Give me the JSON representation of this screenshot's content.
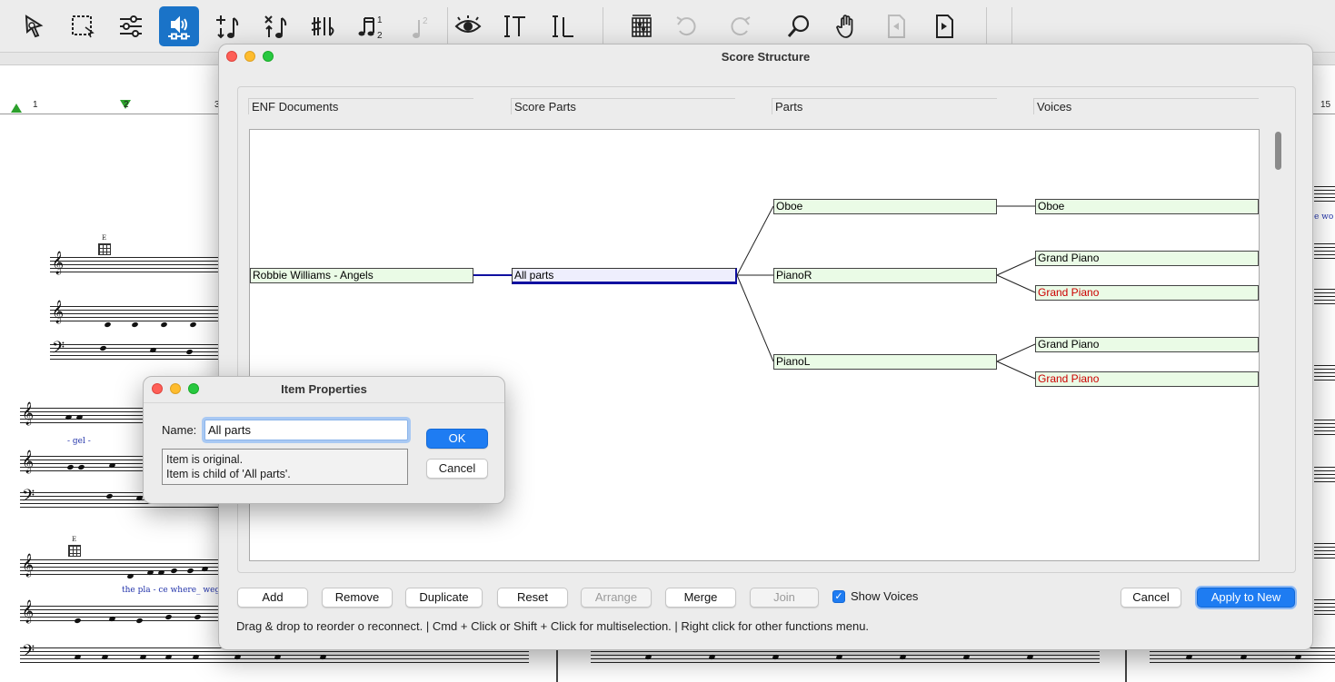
{
  "toolbar": {
    "tools": [
      {
        "name": "selection-tool",
        "icon": "cursor-arrow-icon"
      },
      {
        "name": "marquee-tool",
        "icon": "dashed-select-icon"
      },
      {
        "name": "mixer-tool",
        "icon": "sliders-icon"
      },
      {
        "name": "playback-tool",
        "icon": "speaker-icon",
        "active": true
      },
      {
        "name": "add-note-tool",
        "icon": "add-note-icon"
      },
      {
        "name": "delete-note-tool",
        "icon": "delete-note-icon"
      },
      {
        "name": "accidental-tool",
        "icon": "sharp-flat-icon"
      },
      {
        "name": "tuplet-tool",
        "icon": "tuplet-icon"
      },
      {
        "name": "grace-tool",
        "icon": "grace-note-icon",
        "disabled": true
      },
      {
        "name": "view-tool",
        "icon": "eye-icon"
      },
      {
        "name": "text-tool",
        "icon": "text-cursor-icon"
      },
      {
        "name": "lyrics-tool",
        "icon": "lyrics-icon"
      },
      {
        "name": "chord-tool",
        "icon": "chord-grid-icon"
      },
      {
        "name": "undo-tool",
        "icon": "undo-icon",
        "disabled": true
      },
      {
        "name": "redo-tool",
        "icon": "redo-icon",
        "disabled": true
      },
      {
        "name": "zoom-tool",
        "icon": "magnifier-icon"
      },
      {
        "name": "hand-tool",
        "icon": "hand-icon"
      },
      {
        "name": "prev-page-tool",
        "icon": "page-back-icon",
        "disabled": true
      },
      {
        "name": "next-page-tool",
        "icon": "page-forward-icon"
      }
    ],
    "accent_color": "#1a73c8"
  },
  "ruler": {
    "left_numbers": [
      "1",
      "2",
      "3"
    ],
    "right_number": "15"
  },
  "score_background": {
    "lyrics_line_1": "- gel -",
    "lyrics_line_2": "the pla - ce where_   wego",
    "right_lyric": "e   wo",
    "chord_marker": "E"
  },
  "score_structure": {
    "title": "Score Structure",
    "columns": [
      "ENF Documents",
      "Score Parts",
      "Parts",
      "Voices"
    ],
    "nodes": {
      "document": "Robbie Williams - Angels",
      "score_part": "All parts",
      "parts": [
        "Oboe",
        "PianoR",
        "PianoL"
      ],
      "voices": [
        "Oboe",
        "Grand Piano",
        "Grand Piano",
        "Grand Piano",
        "Grand Piano"
      ]
    },
    "buttons": {
      "add": "Add",
      "remove": "Remove",
      "duplicate": "Duplicate",
      "reset": "Reset",
      "arrange": "Arrange",
      "merge": "Merge",
      "join": "Join",
      "cancel": "Cancel",
      "apply": "Apply to New"
    },
    "show_voices": {
      "label": "Show Voices",
      "checked": true
    },
    "hint": "Drag & drop to reorder o reconnect. | Cmd + Click or Shift + Click for multiselection. | Right click for other functions menu.",
    "colors": {
      "node_fill": "#eafbe6",
      "selected_fill": "#eeeefd",
      "selected_border": "#1010a0",
      "secondary_voice": "#cc0000",
      "primary_button": "#1e7cf2"
    }
  },
  "item_properties": {
    "title": "Item Properties",
    "name_label": "Name:",
    "name_value": "All parts",
    "info_line_1": "Item is original.",
    "info_line_2": "Item is child of 'All parts'.",
    "ok": "OK",
    "cancel": "Cancel"
  }
}
